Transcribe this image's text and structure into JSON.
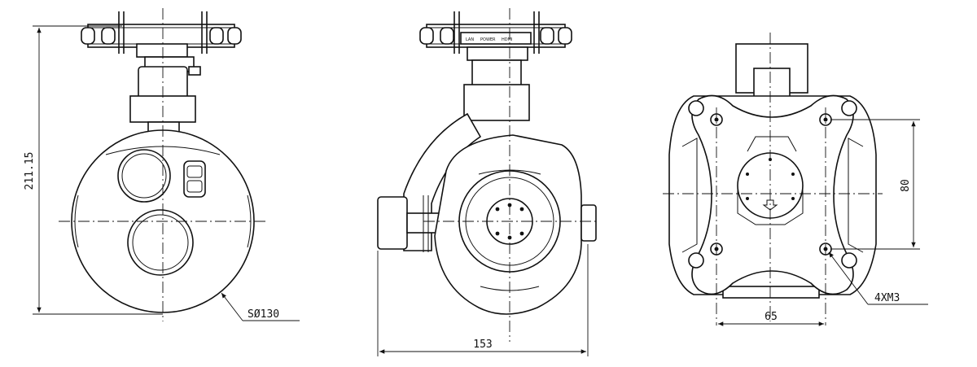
{
  "dimensions": {
    "height": "211.15",
    "sphere_diameter": "SØ130",
    "width": "153",
    "hole_spacing_vertical": "80",
    "hole_spacing_horizontal": "65",
    "screw_spec": "4XM3"
  },
  "connector_labels": {
    "lan": "LAN",
    "power": "POWER",
    "hdmi": "HDMI"
  }
}
